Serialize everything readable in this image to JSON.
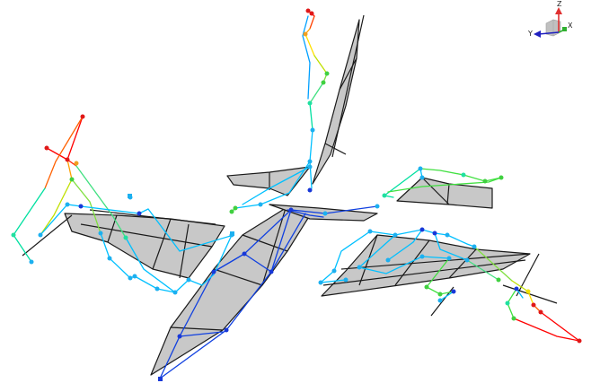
{
  "view": {
    "background": "#ffffff",
    "mesh_fill": "#c8c8c8",
    "mesh_stroke": "#1a1a1a"
  },
  "orientation_triad": {
    "z_label": "Z",
    "x_label": "X",
    "y_label": "Y",
    "z_color": "#e03030",
    "x_color": "#30b030",
    "y_color": "#2020c0"
  },
  "mode_shape_colormap": [
    "#0000ff",
    "#0060ff",
    "#00c0ff",
    "#00e0a0",
    "#40e040",
    "#c0e000",
    "#ffc000",
    "#ff6000",
    "#ff0000"
  ]
}
